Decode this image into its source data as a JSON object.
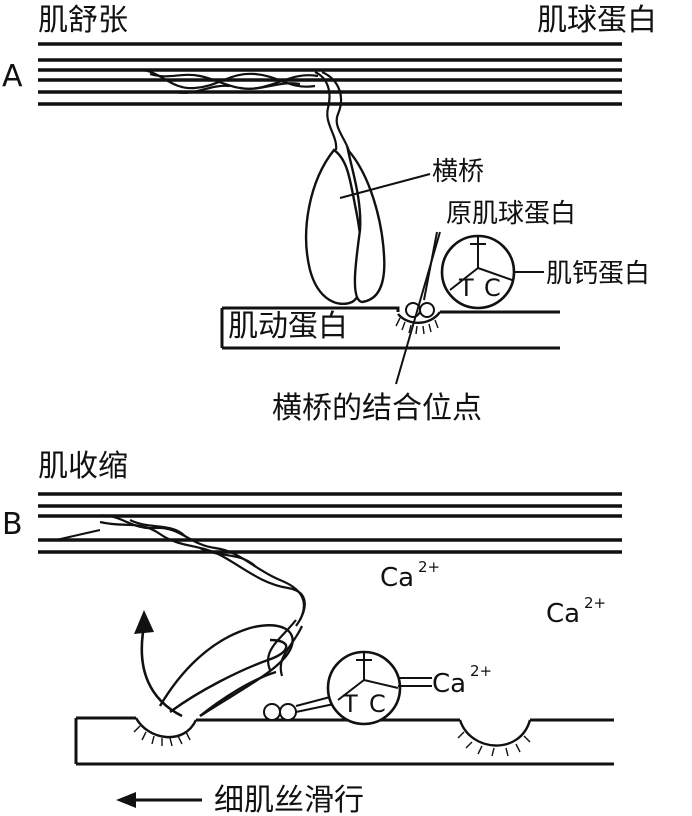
{
  "panel_a": {
    "letter": "A",
    "state_label": "肌舒张",
    "myosin_label": "肌球蛋白",
    "crossbridge_label": "横桥",
    "tropomyosin_label": "原肌球蛋白",
    "troponin_label": "肌钙蛋白",
    "actin_label": "肌动蛋白",
    "binding_site_label": "横桥的结合位点",
    "troponin_t": "T",
    "troponin_c": "C",
    "troponin_i": "I"
  },
  "panel_b": {
    "letter": "B",
    "state_label": "肌收缩",
    "ion_1": "Ca",
    "ion_1_charge": "2+",
    "ion_2": "Ca",
    "ion_2_charge": "2+",
    "ion_3": "Ca",
    "ion_3_charge": "2+",
    "sliding_label": "细肌丝滑行",
    "troponin_t": "T",
    "troponin_c": "C",
    "troponin_i": "I"
  },
  "colors": {
    "stroke": "#111111",
    "background": "#ffffff"
  }
}
